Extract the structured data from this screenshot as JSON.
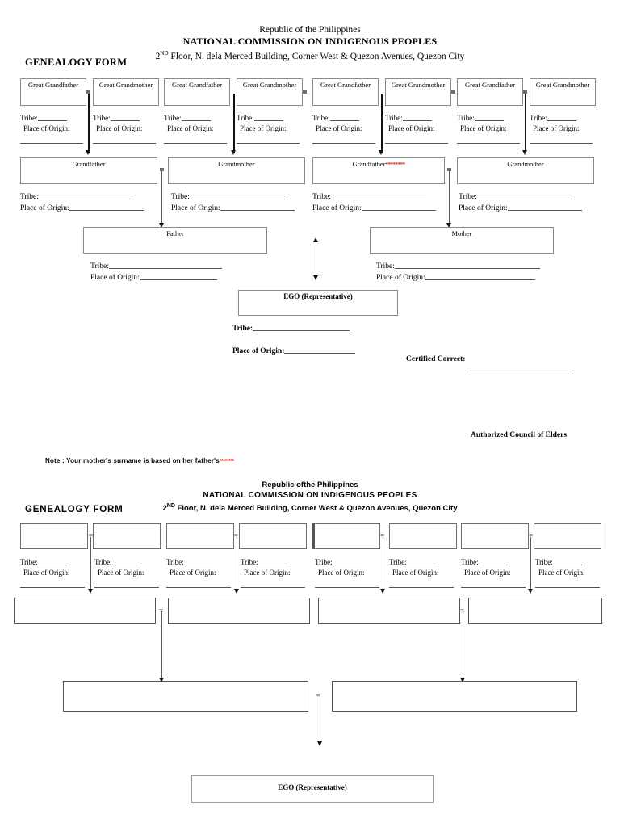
{
  "document": {
    "title": "NCIP Genealogy Form",
    "accent_red": "#e8231e",
    "line_color": "#5a5a5a"
  },
  "page1": {
    "header": {
      "line1": "Republic of the Philippines",
      "line2": "NATIONAL COMMISSION ON INDIGENOUS PEOPLES",
      "line3_prefix": "2",
      "line3_sup": "ND",
      "line3_rest": " Floor, N. dela Merced Building, Corner West & Quezon Avenues, Quezon City"
    },
    "form_title": "GENEALOGY FORM",
    "great_grandparents": [
      {
        "caption": "Great Grandfather",
        "tribe_label": "Tribe:",
        "origin_label": "Place of Origin:"
      },
      {
        "caption": "Great Grandmother",
        "tribe_label": "Tribe:",
        "origin_label": "Place of Origin:"
      },
      {
        "caption": "Great Grandfather",
        "tribe_label": "Tribe:",
        "origin_label": "Place of Origin:"
      },
      {
        "caption": "Great Grandmother",
        "tribe_label": "Tribe:",
        "origin_label": "Place of Origin:"
      },
      {
        "caption": "Great Grandfather",
        "tribe_label": "Tribe:",
        "origin_label": "Place of Origin:"
      },
      {
        "caption": "Great Grandmother",
        "tribe_label": "Tribe:",
        "origin_label": "Place of Origin:"
      },
      {
        "caption": "Great Grandfather",
        "tribe_label": "Tribe:",
        "origin_label": "Place of Origin:"
      },
      {
        "caption": "Great Grandmother",
        "tribe_label": "Tribe:",
        "origin_label": "Place of Origin:"
      }
    ],
    "grandparents": [
      {
        "caption": "Grandfather",
        "asterisks": "",
        "tribe_label": "Tribe:",
        "origin_label": "Place of Origin:"
      },
      {
        "caption": "Grandmother",
        "asterisks": "",
        "tribe_label": "Tribe:",
        "origin_label": "Place of Origin:"
      },
      {
        "caption": "Grandfather",
        "asterisks": "********",
        "tribe_label": "Tribe:",
        "origin_label": "Place of Origin:"
      },
      {
        "caption": "Grandmother",
        "asterisks": "",
        "tribe_label": "Tribe:",
        "origin_label": "Place of Origin:"
      }
    ],
    "parents": [
      {
        "caption": "Father",
        "tribe_label": "Tribe:",
        "origin_label": "Place of Origin:"
      },
      {
        "caption": "Mother",
        "tribe_label": "Tribe:",
        "origin_label": "Place of Origin:"
      }
    ],
    "ego": {
      "caption": "EGO (Representative)",
      "tribe_label": "Tribe:",
      "origin_label": "Place of Origin:"
    },
    "certified_label": "Certified Correct:",
    "authorized_label": "Authorized Council of Elders",
    "note": {
      "text": "Note : Your mother's surname is based on her father's",
      "asterisks": "********"
    },
    "equals_sign": "="
  },
  "page2": {
    "header": {
      "line1": "Republic ofthe Philippines",
      "line2": "NATIONAL COMMISSION ON INDIGENOUS PEOPLES",
      "line3_prefix": "2",
      "line3_sup": "ND",
      "line3_rest": " Floor, N. dela Merced Building, Corner West & Quezon Avenues, Quezon City"
    },
    "form_title": "GENEALOGY FORM",
    "great_grandparents": [
      {
        "tribe_label": "Tribe:",
        "origin_label": "Place of Origin:"
      },
      {
        "tribe_label": "Tribe:",
        "origin_label": "Place of Origin:"
      },
      {
        "tribe_label": "Tribe:",
        "origin_label": "Place of Origin:"
      },
      {
        "tribe_label": "Tribe:",
        "origin_label": "Place of Origin:"
      },
      {
        "tribe_label": "Tribe:",
        "origin_label": "Place of Origin:"
      },
      {
        "tribe_label": "Tribe:",
        "origin_label": "Place of Origin:"
      },
      {
        "tribe_label": "Tribe:",
        "origin_label": "Place of Origin:"
      },
      {
        "tribe_label": "Tribe:",
        "origin_label": "Place of Origin:"
      }
    ],
    "grandparent_count": 4,
    "parent_count": 2,
    "ego": {
      "caption": "EGO (Representative)"
    },
    "equals_sign": "="
  }
}
